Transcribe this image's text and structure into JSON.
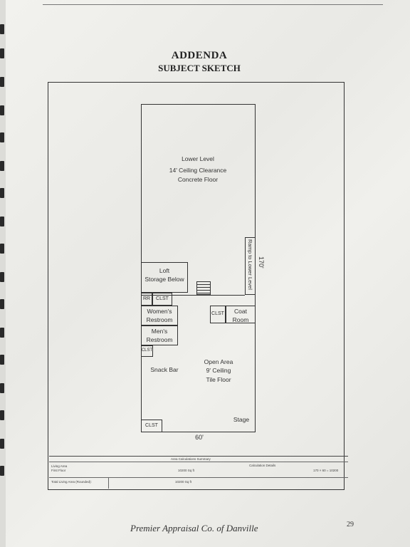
{
  "heading": {
    "title": "ADDENDA",
    "subtitle": "SUBJECT SKETCH"
  },
  "sketch": {
    "lower_level": [
      "Lower Level",
      "14' Ceiling Clearance",
      "Concrete Floor"
    ],
    "ramp": "Ramp to Lower Level",
    "dim_170": "170'",
    "loft": [
      "Loft",
      "Storage Below"
    ],
    "rr": "RR",
    "clst": "CLST",
    "womens": [
      "Women's",
      "Restroom"
    ],
    "mens": [
      "Men's",
      "Restroom"
    ],
    "coat_room": [
      "Coat",
      "Room"
    ],
    "snack_bar": "Snack Bar",
    "open_area": [
      "Open Area",
      "9' Ceiling",
      "Tile Floor"
    ],
    "stage": "Stage",
    "dim_60": "60'"
  },
  "summary": {
    "area_title": "Area Calculations Summary",
    "living_area": "Living Area",
    "first_floor": "First Floor",
    "first_floor_value": "10200 Sq ft",
    "calc_details": "Calculation Details",
    "calc_formula": "170 × 60 = 10200",
    "total_label": "Total Living Area (Rounded):",
    "total_value": "10200 Sq ft"
  },
  "footer": {
    "company": "Premier Appraisal Co. of Danville",
    "page": "29"
  }
}
